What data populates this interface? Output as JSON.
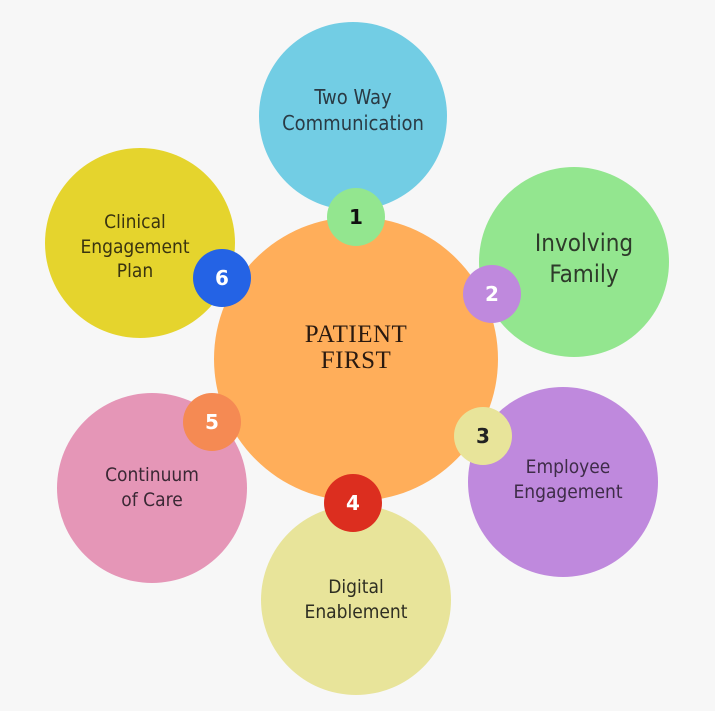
{
  "diagram": {
    "center": {
      "label": "PATIENT\nFIRST",
      "color": "#ffae5a"
    },
    "nodes": [
      {
        "number": "1",
        "label": "Two Way\nCommunication",
        "circle_color": "#72cde4",
        "badge_color": "#93e68f",
        "badge_text_color": "#111111",
        "text_color": "#2a3a44"
      },
      {
        "number": "2",
        "label": "Involving\nFamily",
        "circle_color": "#93e68f",
        "badge_color": "#bf89dd",
        "badge_text_color": "#ffffff",
        "text_color": "#2e3a2a"
      },
      {
        "number": "3",
        "label": "Employee\nEngagement",
        "circle_color": "#bf89dd",
        "badge_color": "#e8e49a",
        "badge_text_color": "#222222",
        "text_color": "#3e2c48"
      },
      {
        "number": "4",
        "label": "Digital\nEnablement",
        "circle_color": "#e8e49a",
        "badge_color": "#dc2e1f",
        "badge_text_color": "#ffffff",
        "text_color": "#2e2e22"
      },
      {
        "number": "5",
        "label": "Continuum\nof Care",
        "circle_color": "#e596b7",
        "badge_color": "#f58a53",
        "badge_text_color": "#ffffff",
        "text_color": "#3a2834"
      },
      {
        "number": "6",
        "label": "Clinical\nEngagement\nPlan",
        "circle_color": "#e5d42d",
        "badge_color": "#2463e5",
        "badge_text_color": "#ffffff",
        "text_color": "#3a3410"
      }
    ]
  }
}
